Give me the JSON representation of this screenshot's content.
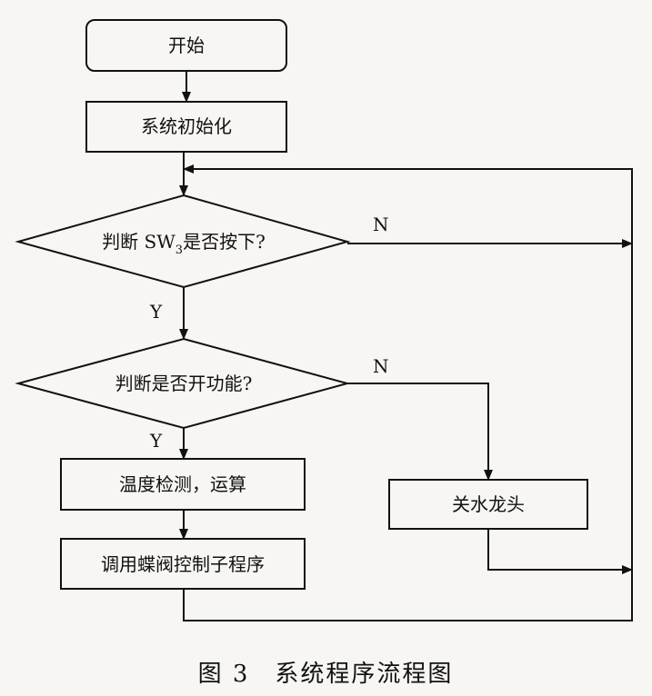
{
  "nodes": {
    "start": "开始",
    "init": "系统初始化",
    "decision_sw3": {
      "before": "判断 SW",
      "sub": "3",
      "after": "是否按下?"
    },
    "decision_function": "判断是否开功能?",
    "measure": "温度检测，运算",
    "call_subroutine": "调用蝶阀控制子程序",
    "close_tap": "关水龙头"
  },
  "edges": {
    "sw3_no": "N",
    "sw3_yes": "Y",
    "func_no": "N",
    "func_yes": "Y"
  },
  "caption": "图 3　系统程序流程图"
}
